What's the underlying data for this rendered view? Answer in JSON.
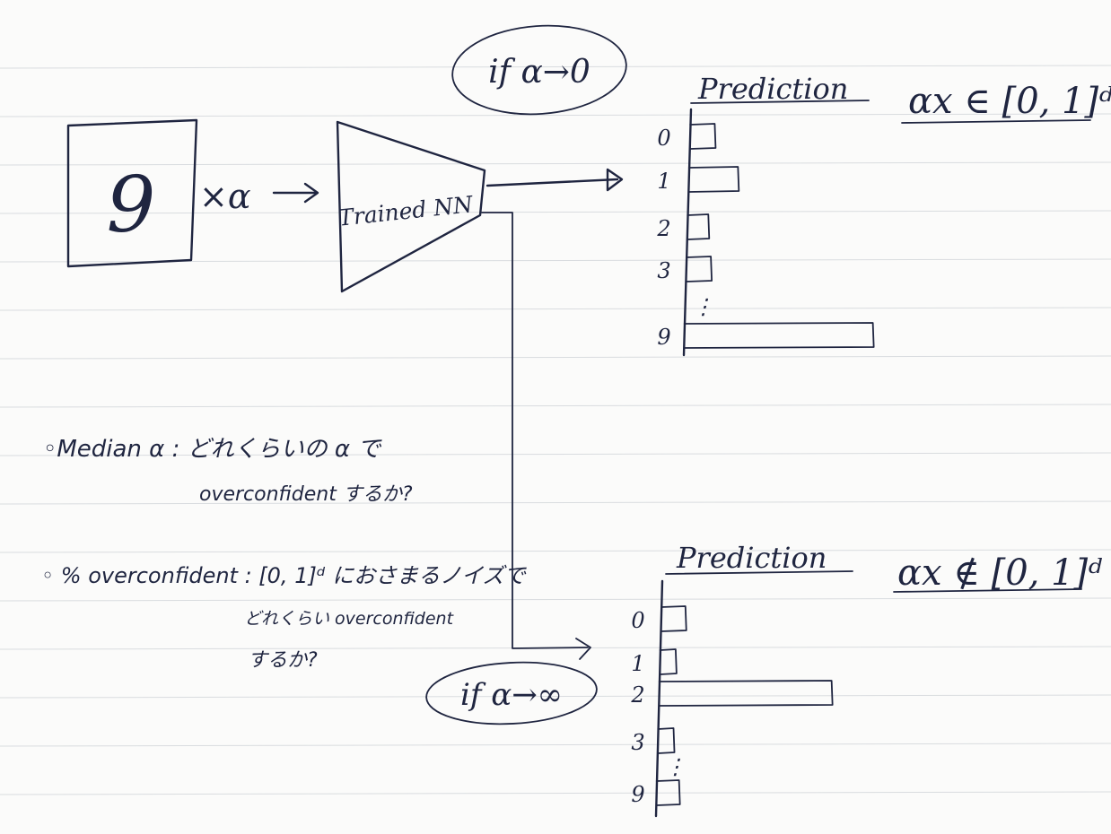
{
  "input": {
    "digit": "9",
    "multiply_label": "×α"
  },
  "model": {
    "label": "Trained NN"
  },
  "cases": {
    "small": {
      "condition": "if α→0",
      "chart_title": "Prediction",
      "domain_note": "αx ∈ [0, 1]ᵈ"
    },
    "large": {
      "condition": "if α→∞",
      "chart_title": "Prediction",
      "domain_note": "αx ∉ [0, 1]ᵈ"
    }
  },
  "notes": {
    "median_line1": "◦Median α : どれくらいの α で",
    "median_line2": "overconfident するか?",
    "percent_line1": "◦ % overconfident : [0, 1]ᵈ におさまるノイズで",
    "percent_line2": "どれくらい overconfident",
    "percent_line3": "するか?"
  },
  "chart_data": [
    {
      "type": "bar",
      "title": "Prediction",
      "categories": [
        "0",
        "1",
        "2",
        "3",
        "⋮",
        "9"
      ],
      "values": [
        0.13,
        0.26,
        0.11,
        0.13,
        null,
        1.0
      ]
    },
    {
      "type": "bar",
      "title": "Prediction",
      "categories": [
        "0",
        "1",
        "2",
        "3",
        "⋮",
        "9"
      ],
      "values": [
        0.14,
        0.09,
        1.0,
        0.09,
        null,
        0.13
      ]
    }
  ]
}
